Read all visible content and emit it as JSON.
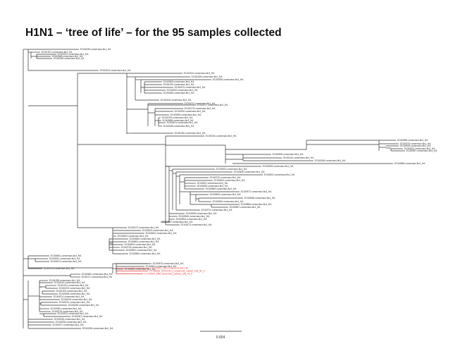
{
  "slide": {
    "title": "H1N1 – ‘tree of life’ – for the 95 samples collected"
  },
  "tree": {
    "scale_bar_label": "0.004",
    "line_color": "#333333",
    "highlight_color": "#e53935",
    "tip_labels": [
      "20160445.consensus.flu4_HA",
      "20161301.consensus.flu4_HA",
      "20160321.consensus.flu4_HA",
      "20160368.consensus.flu4_HA",
      "20160189.consensus.flu4_HA",
      "20160313.consensus.flu4_HA",
      "20160162.consensus.flu4_HA",
      "20160188.consensus.flu4_HA",
      "20160285.consensus.flu4_HA",
      "20160605.consensus.flu4_HA",
      "20161092.consensus.flu4_HA",
      "20160470.consensus.flu4_HA",
      "20160462.consensus.flu4_HA",
      "20160480.consensus.flu4_HA",
      "20160416.consensus.flu4_HA",
      "20160212.consensus.flu4_HA",
      "20160217.consensus.flu4_HA",
      "20160178.consensus.flu4_HA",
      "20160430.consensus.flu4_HA",
      "20160695.consensus.flu4_HA",
      "20161093.consensus.flu4_HA",
      "20160588.consensus.flu4_HA",
      "20160401.consensus.flu4_HA",
      "20160336.consensus.flu4_HA",
      "20161060.consensus.flu4_HA",
      "20161061.consensus.flu4_HA",
      "20160586.consensus.flu4_HA",
      "20160375.consensus.flu4_HA",
      "20160535.consensus.flu4_HA",
      "20160622.consensus.flu4_HA",
      "20160957.consensus.flu4_HA",
      "20160908.consensus.flu4_HA",
      "20161042.consensus.flu4_HA",
      "20160348.consensus.flu4_HA",
      "20160868.consensus.flu4_HA",
      "20160905.consensus.flu4_HA",
      "20160824.consensus.flu4_HA",
      "20160630.consensus.flu4_HA",
      "20160811.consensus.flu4_HA",
      "20160720.consensus.flu4_HA",
      "20160524.consensus.flu4_HA",
      "20160511.consensus.flu4_HA",
      "20160649.consensus.flu4_HA",
      "20160685.consensus.flu4_HA",
      "20160572.consensus.flu4_HA",
      "20160699.consensus.flu4_HA",
      "20160548.consensus.flu4_HA",
      "20160549.consensus.flu4_HA",
      "20160884.consensus.flu4_HA",
      "20160567.consensus.flu4_HA",
      "20160712.consensus.flu4_HA",
      "20160536.consensus.flu4_HA",
      "20160545.consensus.flu4_HA",
      "20160564.consensus.flu4_HA",
      "20160557.consensus.flu4_HA",
      "20160474.consensus.flu4_HA",
      "20160473.consensus.flu4_HA",
      "20160623.consensus.flu4_HA",
      "20160642.consensus.flu4_HA",
      "20160644.consensus.flu4_HA",
      "20160660.consensus.flu4_HA",
      "20160661.consensus.flu4_HA",
      "20160694.consensus.flu4_HA",
      "20160725.consensus.flu4_HA",
      "20160861.consensus.flu4_HA",
      "20160562.consensus.flu4_HA",
      "20160581.consensus.flu4_HA",
      "20160531.consensus.flu4_HA",
      "20160674.consensus.flu4_HA",
      "20160703.consensus.flu4_HA",
      "20160676.consensus.flu4_HA",
      "20160641.consensus.flu4_HA",
      "20160665.consensus.flu4_HA",
      "20160681.consensus.flu4_HA",
      "20161171.consensus.flu4_HA",
      "20161059.consensus.flu4_HA",
      "20160140.consensus.flu4_HA",
      "20161201.consensus.flu4_HA",
      "20161202.consensus.flu4_HA",
      "20161203.consensus.flu4_HA",
      "20160528.consensus.flu4_HA",
      "20160574.consensus.flu4_HA",
      "20160218.consensus.flu4_HA",
      "20160231.consensus.flu4_HA",
      "20160265.consensus.flu4_HA",
      "20160360.consensus.flu4_HA",
      "20160276.consensus.flu4_HA",
      "20160331.consensus.flu4_HA",
      "20160367.consensus.flu4_HA",
      "20160345.consensus.flu4_HA",
      "20160296.consensus.flu4_HA",
      "20160227.consensus.flu4_HA",
      "20160248.consensus.flu4_HA",
      "20160250.consensus.flu4_HA",
      "20160266.consensus.flu4_HA"
    ],
    "highlighted_tip_labels": [
      "CY176020_Cfllu.consensus.flu4_HA",
      "CY196028_1670315-3_consensus_subset_only_flu_h",
      "CY176024_Mflu.consensus_subset_only_flu_h"
    ]
  }
}
